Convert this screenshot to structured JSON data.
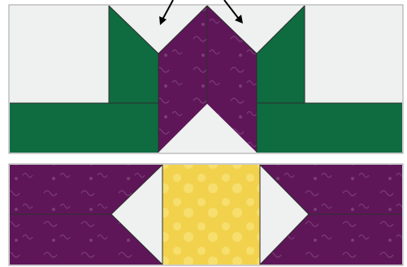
{
  "colors": {
    "background": "#ffffff",
    "green": "#0f6b40",
    "green_dark": "#0b5a35",
    "purple": "#5e1659",
    "purple_dark": "#4c0f48",
    "purple_motif": "#7a3d75",
    "yellow": "#f2d24d",
    "yellow_light": "#f7df6e",
    "white_fabric": "#eef1ef",
    "seam": "#2d2d2d",
    "arrow": "#000000",
    "frame": "#9a9a9a"
  },
  "panels": [
    {
      "name": "top-tulip-block",
      "pieces": [
        "white-square-left",
        "white-square-right",
        "green-wing-left",
        "green-wing-right",
        "green-strip-left",
        "green-strip-right",
        "purple-center-left",
        "purple-center-right",
        "white-triangle-top",
        "white-triangle-bottom"
      ]
    },
    {
      "name": "bottom-strip-block",
      "pieces": [
        "purple-strip-left",
        "purple-strip-right",
        "yellow-square",
        "white-triangle-left",
        "white-triangle-right"
      ]
    }
  ],
  "arrows": {
    "count": 2,
    "direction": "pointing-inward-down"
  }
}
